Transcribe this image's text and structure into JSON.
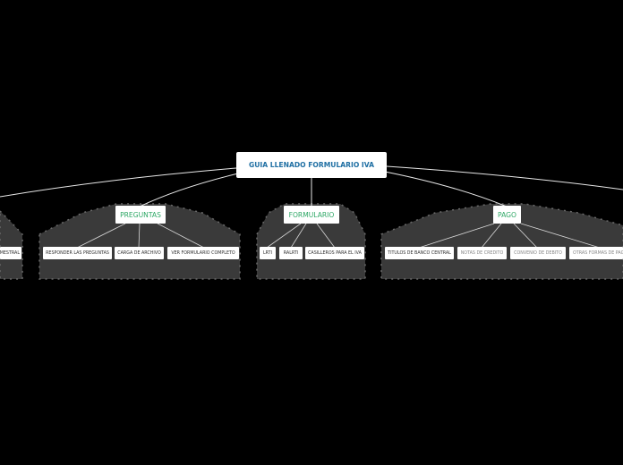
{
  "root": {
    "label": "GUIA LLENADO FORMULARIO IVA"
  },
  "branches": [
    {
      "label": "PREGUNTAS",
      "leaves": [
        {
          "label": "RESPONDER LAS PREGUNTAS"
        },
        {
          "label": "CARGA DE ARCHIVO"
        },
        {
          "label": "VER FORMULARIO COMPLETO"
        }
      ]
    },
    {
      "label": "FORMULARIO",
      "leaves": [
        {
          "label": "LRTI"
        },
        {
          "label": "RALRTI"
        },
        {
          "label": "CASILLEROS PARA EL IVA"
        }
      ]
    },
    {
      "label": "PAGO",
      "leaves": [
        {
          "label": "TITULOS DE BANCO CENTRAL"
        },
        {
          "label": "NOTAS DE CREDITO"
        },
        {
          "label": "CONVENIO DE DEBITO"
        },
        {
          "label": "OTRAS FORMAS DE PAGO"
        }
      ]
    }
  ],
  "partial_left_leaf": {
    "label": "MESTRAL"
  },
  "colors": {
    "background": "#000000",
    "group_fill": "#3a3a3a",
    "connector": "#e8e8e8",
    "root_text": "#1f6fa3",
    "branch_text": "#2fa866"
  }
}
